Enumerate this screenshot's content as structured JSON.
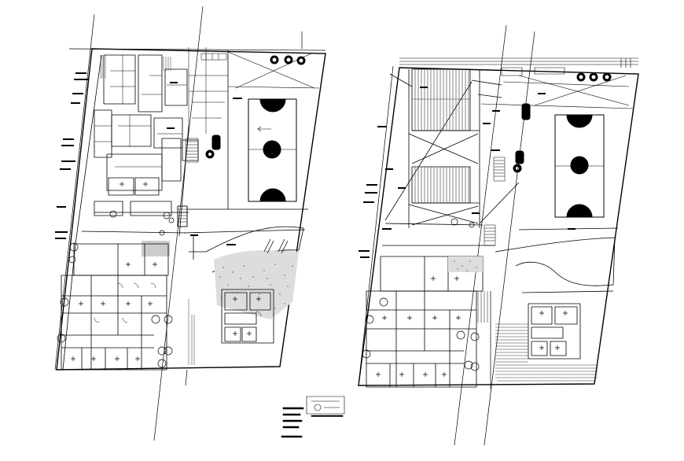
{
  "drawing": {
    "background": "#ffffff",
    "line_color": "#000000",
    "hatch_color": "#333333"
  },
  "sheets": [
    {
      "id": "left-plan",
      "court_circles": 3,
      "cars": 3
    },
    {
      "id": "right-plan",
      "court_circles": 3,
      "cars": 4
    }
  ],
  "legend": {
    "lines": [
      "",
      "",
      "",
      ""
    ]
  }
}
